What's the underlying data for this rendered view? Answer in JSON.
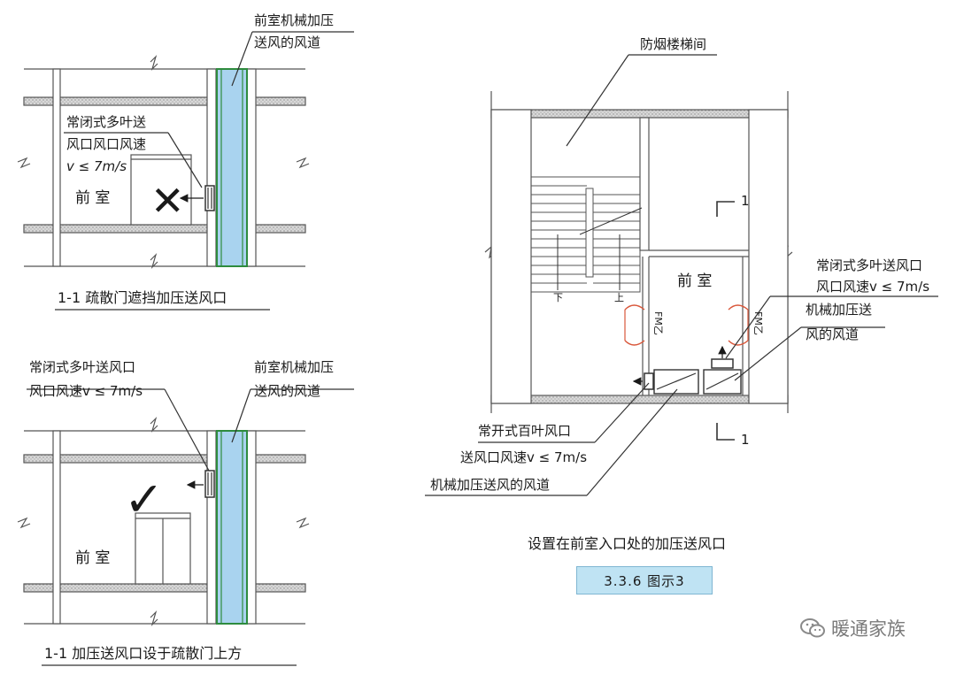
{
  "panel_a": {
    "duct_label": [
      "前室机械加压",
      "送风的风道"
    ],
    "vent_label": [
      "常闭式多叶送",
      "风口风口风速",
      "v ≤ 7m/s"
    ],
    "room": "前 室",
    "mark": "✕",
    "caption": "1-1 疏散门遮挡加压送风口"
  },
  "panel_b": {
    "vent_label": [
      "常闭式多叶送风口",
      "风口风速v ≤ 7m/s"
    ],
    "duct_label": [
      "前室机械加压",
      "送风的风道"
    ],
    "room": "前 室",
    "mark": "✓",
    "caption": "1-1 加压送风口设于疏散门上方"
  },
  "panel_c": {
    "stair_label": "防烟楼梯间",
    "section_mark_top": "1",
    "section_mark_bottom": "1",
    "room": "前 室",
    "stair_down": "下",
    "stair_up": "上",
    "door_left": "FM乙",
    "door_right": "FM乙",
    "vent_closed_label": [
      "常闭式多叶送风口",
      "风口风速v ≤ 7m/s"
    ],
    "duct_right_label": [
      "机械加压送",
      "风的风道"
    ],
    "vent_open_label": [
      "常开式百叶风口",
      "送风口风速v ≤ 7m/s"
    ],
    "duct_left_label": "机械加压送风的风道",
    "caption": "设置在前室入口处的加压送风口",
    "figure_no": "3.3.6 图示3"
  },
  "watermark": "暖通家族",
  "colors": {
    "duct_fill": "#a9d3ef",
    "duct_edge": "#2e8b3e",
    "badge": "#bfe3f3",
    "door": "#d9573a"
  }
}
